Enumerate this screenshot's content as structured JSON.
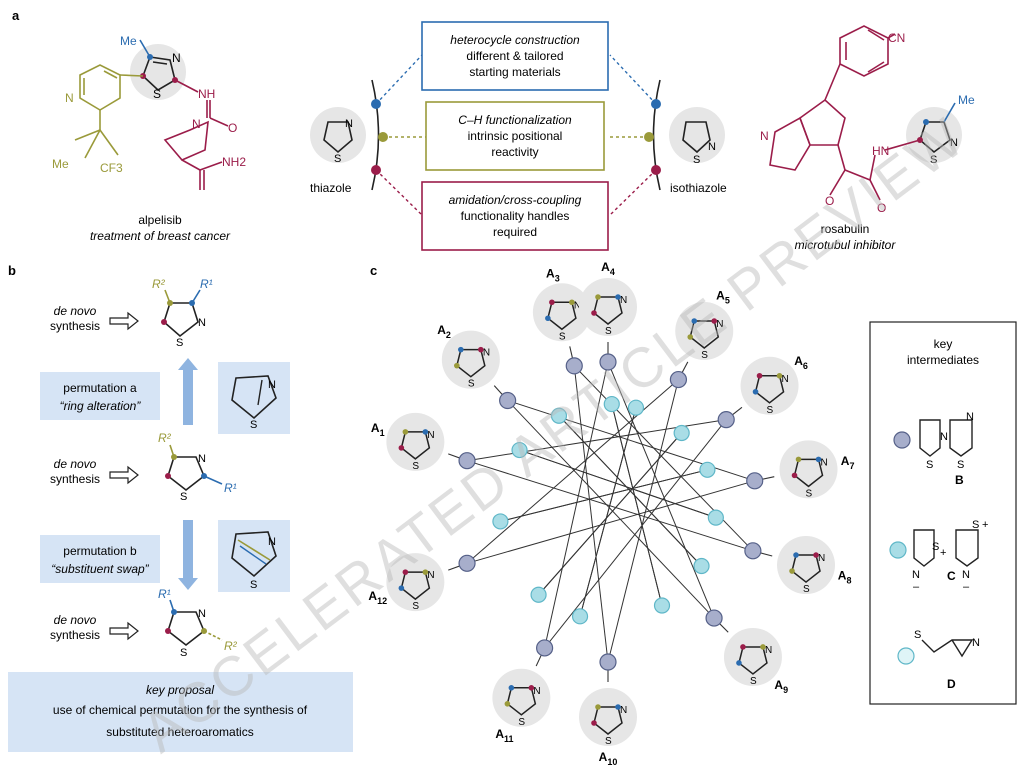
{
  "panels": {
    "a": "a",
    "b": "b",
    "c": "c"
  },
  "colors": {
    "blue": "#2b6cb0",
    "olive": "#9a9a3a",
    "red": "#9b1d4a",
    "purple_node": "#a7aecb",
    "purple_node_edge": "#556088",
    "cyan_node": "#a9dde6",
    "cyan_node_edge": "#5fb7c8",
    "lightblue_box": "#d6e4f5",
    "grey_circle": "#e6e6e6"
  },
  "a": {
    "alpelisib": {
      "me": "Me",
      "n": "N",
      "s": "S",
      "nh": "NH",
      "o": "O",
      "nh2": "NH2",
      "n_pyr": "N",
      "n_pro": "N",
      "me2": "Me",
      "cf3": "CF3",
      "name": "alpelisib",
      "use": "treatment of breast cancer"
    },
    "boxes": [
      {
        "title": "heterocycle construction",
        "line2": "different & tailored",
        "line3": "starting materials"
      },
      {
        "title": "C–H functionalization",
        "line2": "intrinsic positional",
        "line3": "reactivity"
      },
      {
        "title": "amidation/cross-coupling",
        "line2": "functionality handles",
        "line3": "required"
      }
    ],
    "thiazole": {
      "label": "thiazole",
      "n": "N",
      "s": "S"
    },
    "isothiazole": {
      "label": "isothiazole",
      "n": "N",
      "s": "S"
    },
    "rosabulin": {
      "cn": "CN",
      "n": "N",
      "hn": "HN",
      "o1": "O",
      "o2": "O",
      "me": "Me",
      "n2": "N",
      "s": "S",
      "name": "rosabulin",
      "use": "microtubul inhibitor"
    }
  },
  "b": {
    "r1": "R¹",
    "r2": "R²",
    "n": "N",
    "s": "S",
    "rows": [
      {
        "line1": "de novo",
        "line2": "synthesis"
      },
      {
        "line1": "de novo",
        "line2": "synthesis"
      },
      {
        "line1": "de novo",
        "line2": "synthesis"
      }
    ],
    "perm_a": {
      "line1": "permutation a",
      "line2": "“ring alteration”"
    },
    "perm_b": {
      "line1": "permutation b",
      "line2": "“substituent swap”"
    },
    "proposal": {
      "title": "key proposal",
      "line2": "use of chemical permutation for the synthesis of",
      "line3": "substituted heteroaromatics"
    }
  },
  "c": {
    "isomers": [
      {
        "label": "A",
        "sub": "1"
      },
      {
        "label": "A",
        "sub": "2"
      },
      {
        "label": "A",
        "sub": "3"
      },
      {
        "label": "A",
        "sub": "4"
      },
      {
        "label": "A",
        "sub": "5"
      },
      {
        "label": "A",
        "sub": "6"
      },
      {
        "label": "A",
        "sub": "7"
      },
      {
        "label": "A",
        "sub": "8"
      },
      {
        "label": "A",
        "sub": "9"
      },
      {
        "label": "A",
        "sub": "10"
      },
      {
        "label": "A",
        "sub": "11"
      },
      {
        "label": "A",
        "sub": "12"
      }
    ],
    "legend": {
      "title_line1": "key",
      "title_line2": "intermediates",
      "b_label": "B",
      "c_label": "C",
      "d_label": "D",
      "s": "S",
      "n": "N",
      "plus": "+",
      "minus": "–"
    }
  },
  "watermark": "ACCELERATED ARTICLE PREVIEW"
}
